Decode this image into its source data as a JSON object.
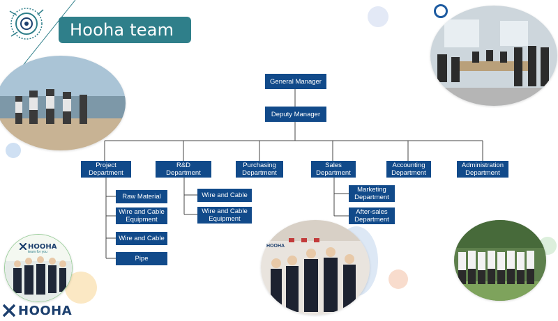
{
  "title": "Hooha team",
  "brand": {
    "logo_text": "HOOHA",
    "tagline": "team for you"
  },
  "org_chart": {
    "top": "General Manager",
    "deputy": "Deputy Manager",
    "departments": [
      "Project\nDepartment",
      "R&D\nDepartment",
      "Purchasing\nDepartment",
      "Sales\nDepartment",
      "Accounting\nDepartment",
      "Administration\nDepartment"
    ],
    "project_children": [
      "Raw Material",
      "Wire and Cable\nEquipment",
      "Wire and Cable",
      "Pipe"
    ],
    "rnd_children": [
      "Wire and Cable",
      "Wire and Cable\nEquipment"
    ],
    "sales_children": [
      "Marketing\nDepartment",
      "After-sales\nDepartment"
    ]
  },
  "colors": {
    "box": "#114a8a",
    "banner": "#2f7f8a",
    "connector": "#444444"
  },
  "photos": [
    "beach-team-photo",
    "office-meeting-photo",
    "badge-team-photo",
    "booth-team-photo",
    "garden-team-photo"
  ]
}
